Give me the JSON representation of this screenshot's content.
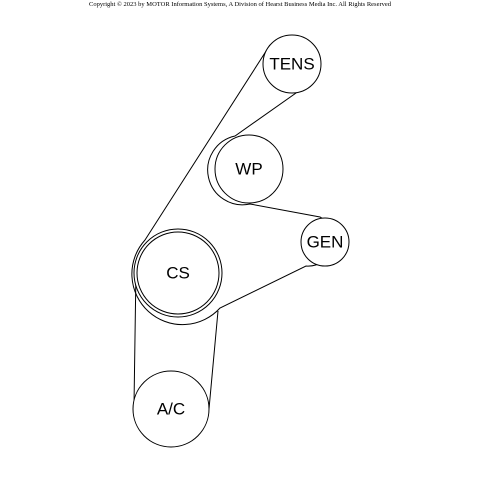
{
  "copyright": "Copyright © 2023 by MOTOR Information Systems, A Division of Hearst Business Media Inc. All Rights Reserved",
  "pulleys": {
    "tens": "TENS",
    "wp": "WP",
    "gen": "GEN",
    "cs": "CS",
    "ac": "A/C"
  }
}
